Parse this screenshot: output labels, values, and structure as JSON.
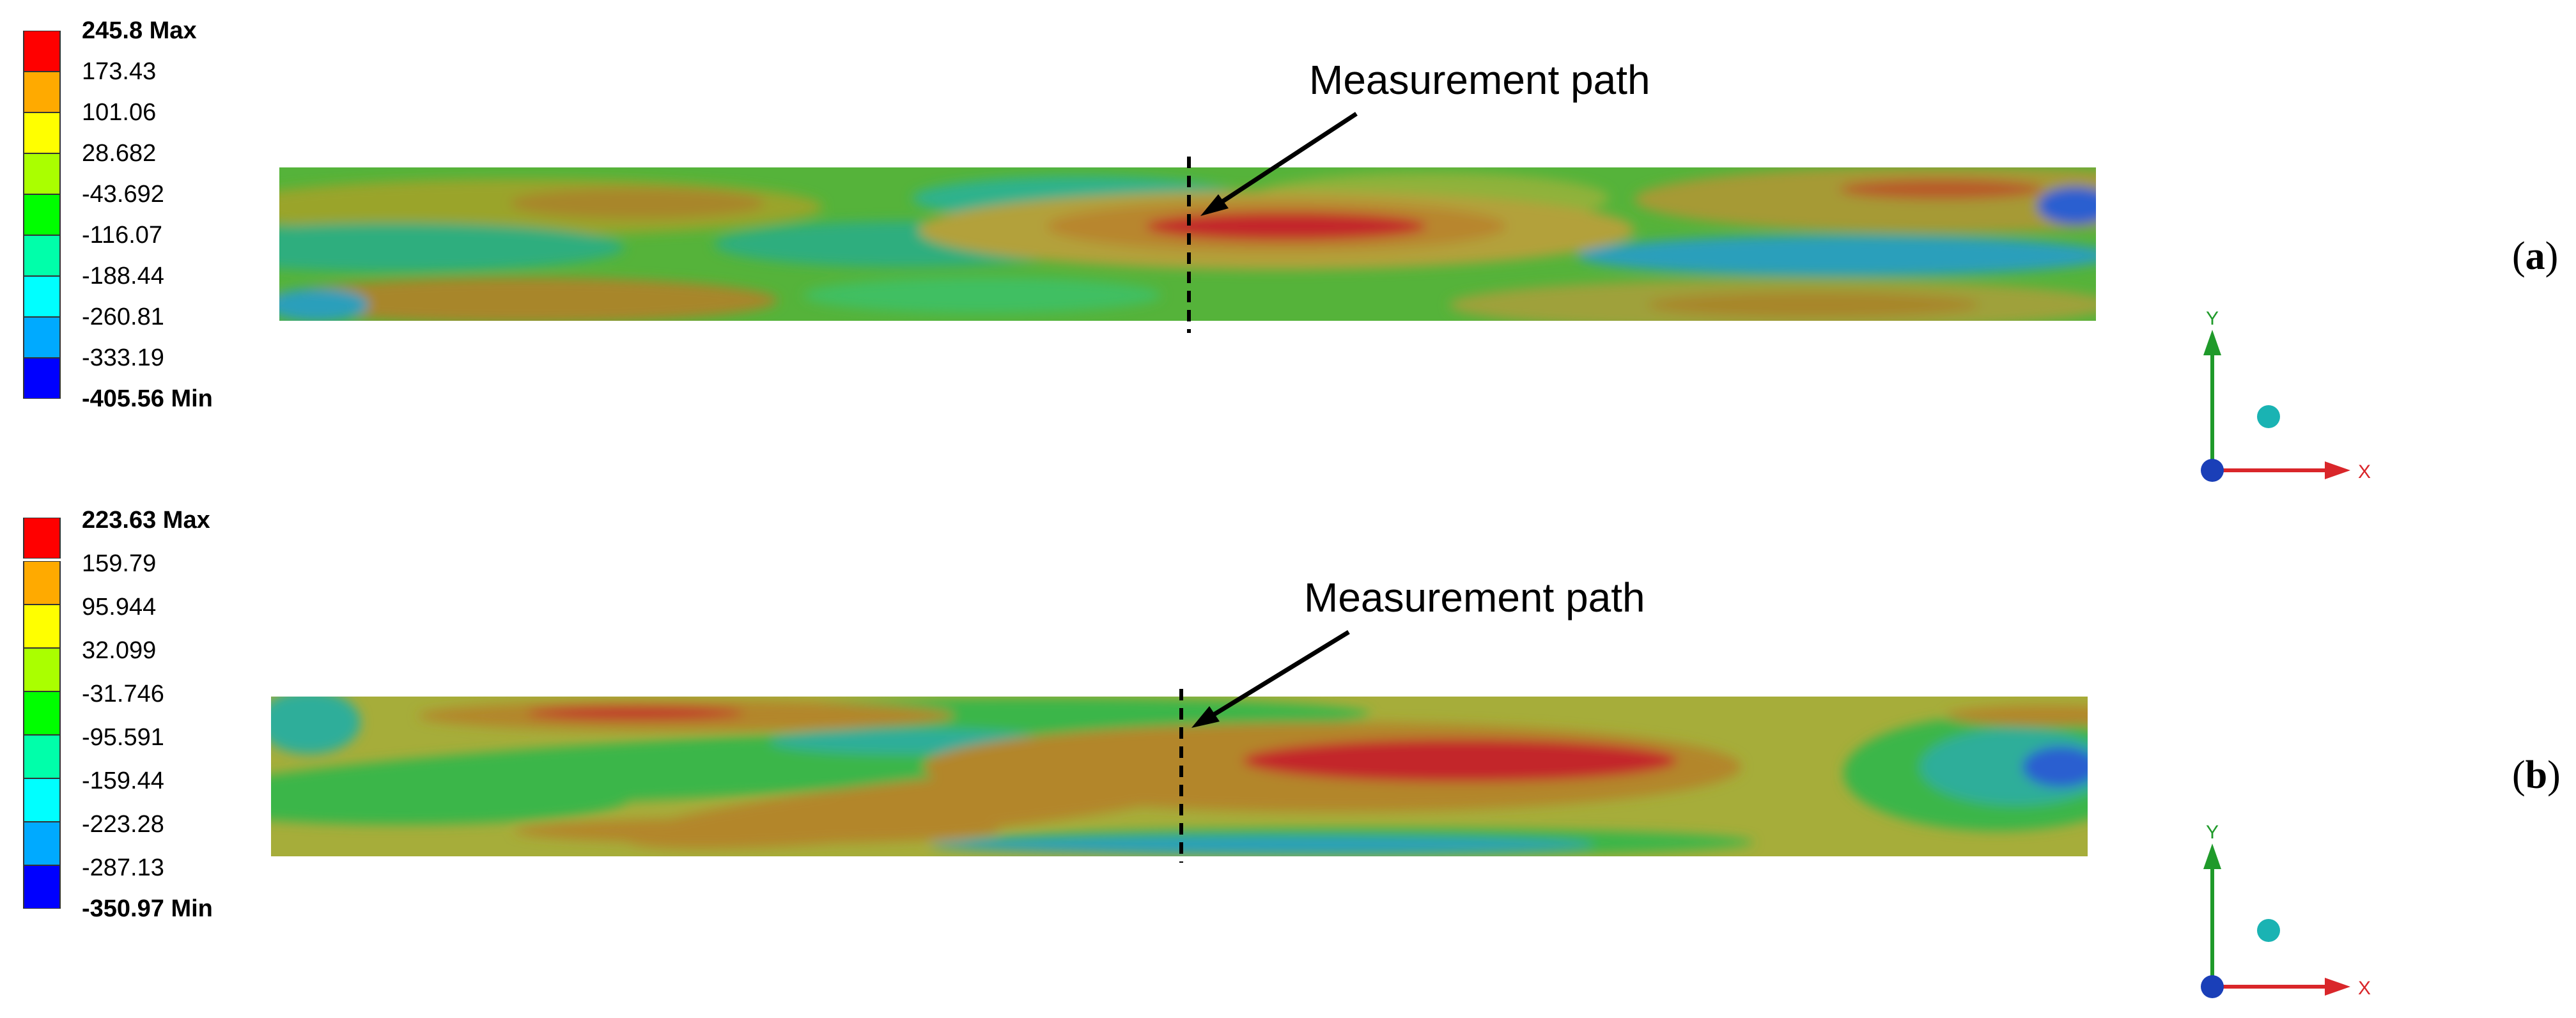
{
  "colors": {
    "scale": [
      "#ff0000",
      "#ffaa00",
      "#ffff00",
      "#aaff00",
      "#00ff00",
      "#00ffaa",
      "#00ffff",
      "#00aaff",
      "#0000ff"
    ],
    "outline": "#333333",
    "axis_x": "#d9262a",
    "axis_y": "#1f9a2a",
    "axis_z": "#1a3fb8",
    "probe_dot": "#1ab3b3"
  },
  "panels": [
    {
      "label_open": "(",
      "label_letter": "a",
      "label_close": ")",
      "legend": {
        "values": [
          "245.8 Max",
          "173.43",
          "101.06",
          "28.682",
          "-43.692",
          "-116.07",
          "-188.44",
          "-260.81",
          "-333.19",
          "-405.56 Min"
        ]
      },
      "annotation": "Measurement path",
      "axes": {
        "x": "X",
        "y": "Y"
      }
    },
    {
      "label_open": "(",
      "label_letter": "b",
      "label_close": ")",
      "legend": {
        "values": [
          "223.63 Max",
          "159.79",
          "95.944",
          "32.099",
          "-31.746",
          "-95.591",
          "-159.44",
          "-223.28",
          "-287.13",
          "-350.97 Min"
        ]
      },
      "annotation": "Measurement path",
      "axes": {
        "x": "X",
        "y": "Y"
      }
    }
  ]
}
